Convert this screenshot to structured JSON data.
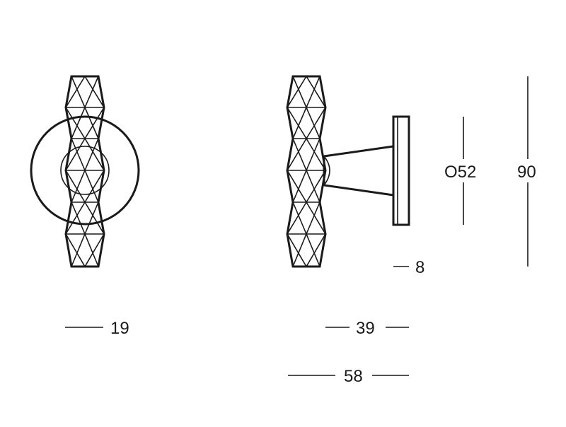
{
  "dimensions": {
    "width_front": "19",
    "diameter_rose": "O52",
    "height_total": "90",
    "rose_thickness": "8",
    "projection_handle": "39",
    "projection_total": "58"
  },
  "colors": {
    "line": "#1a1a1a",
    "background": "#ffffff"
  }
}
